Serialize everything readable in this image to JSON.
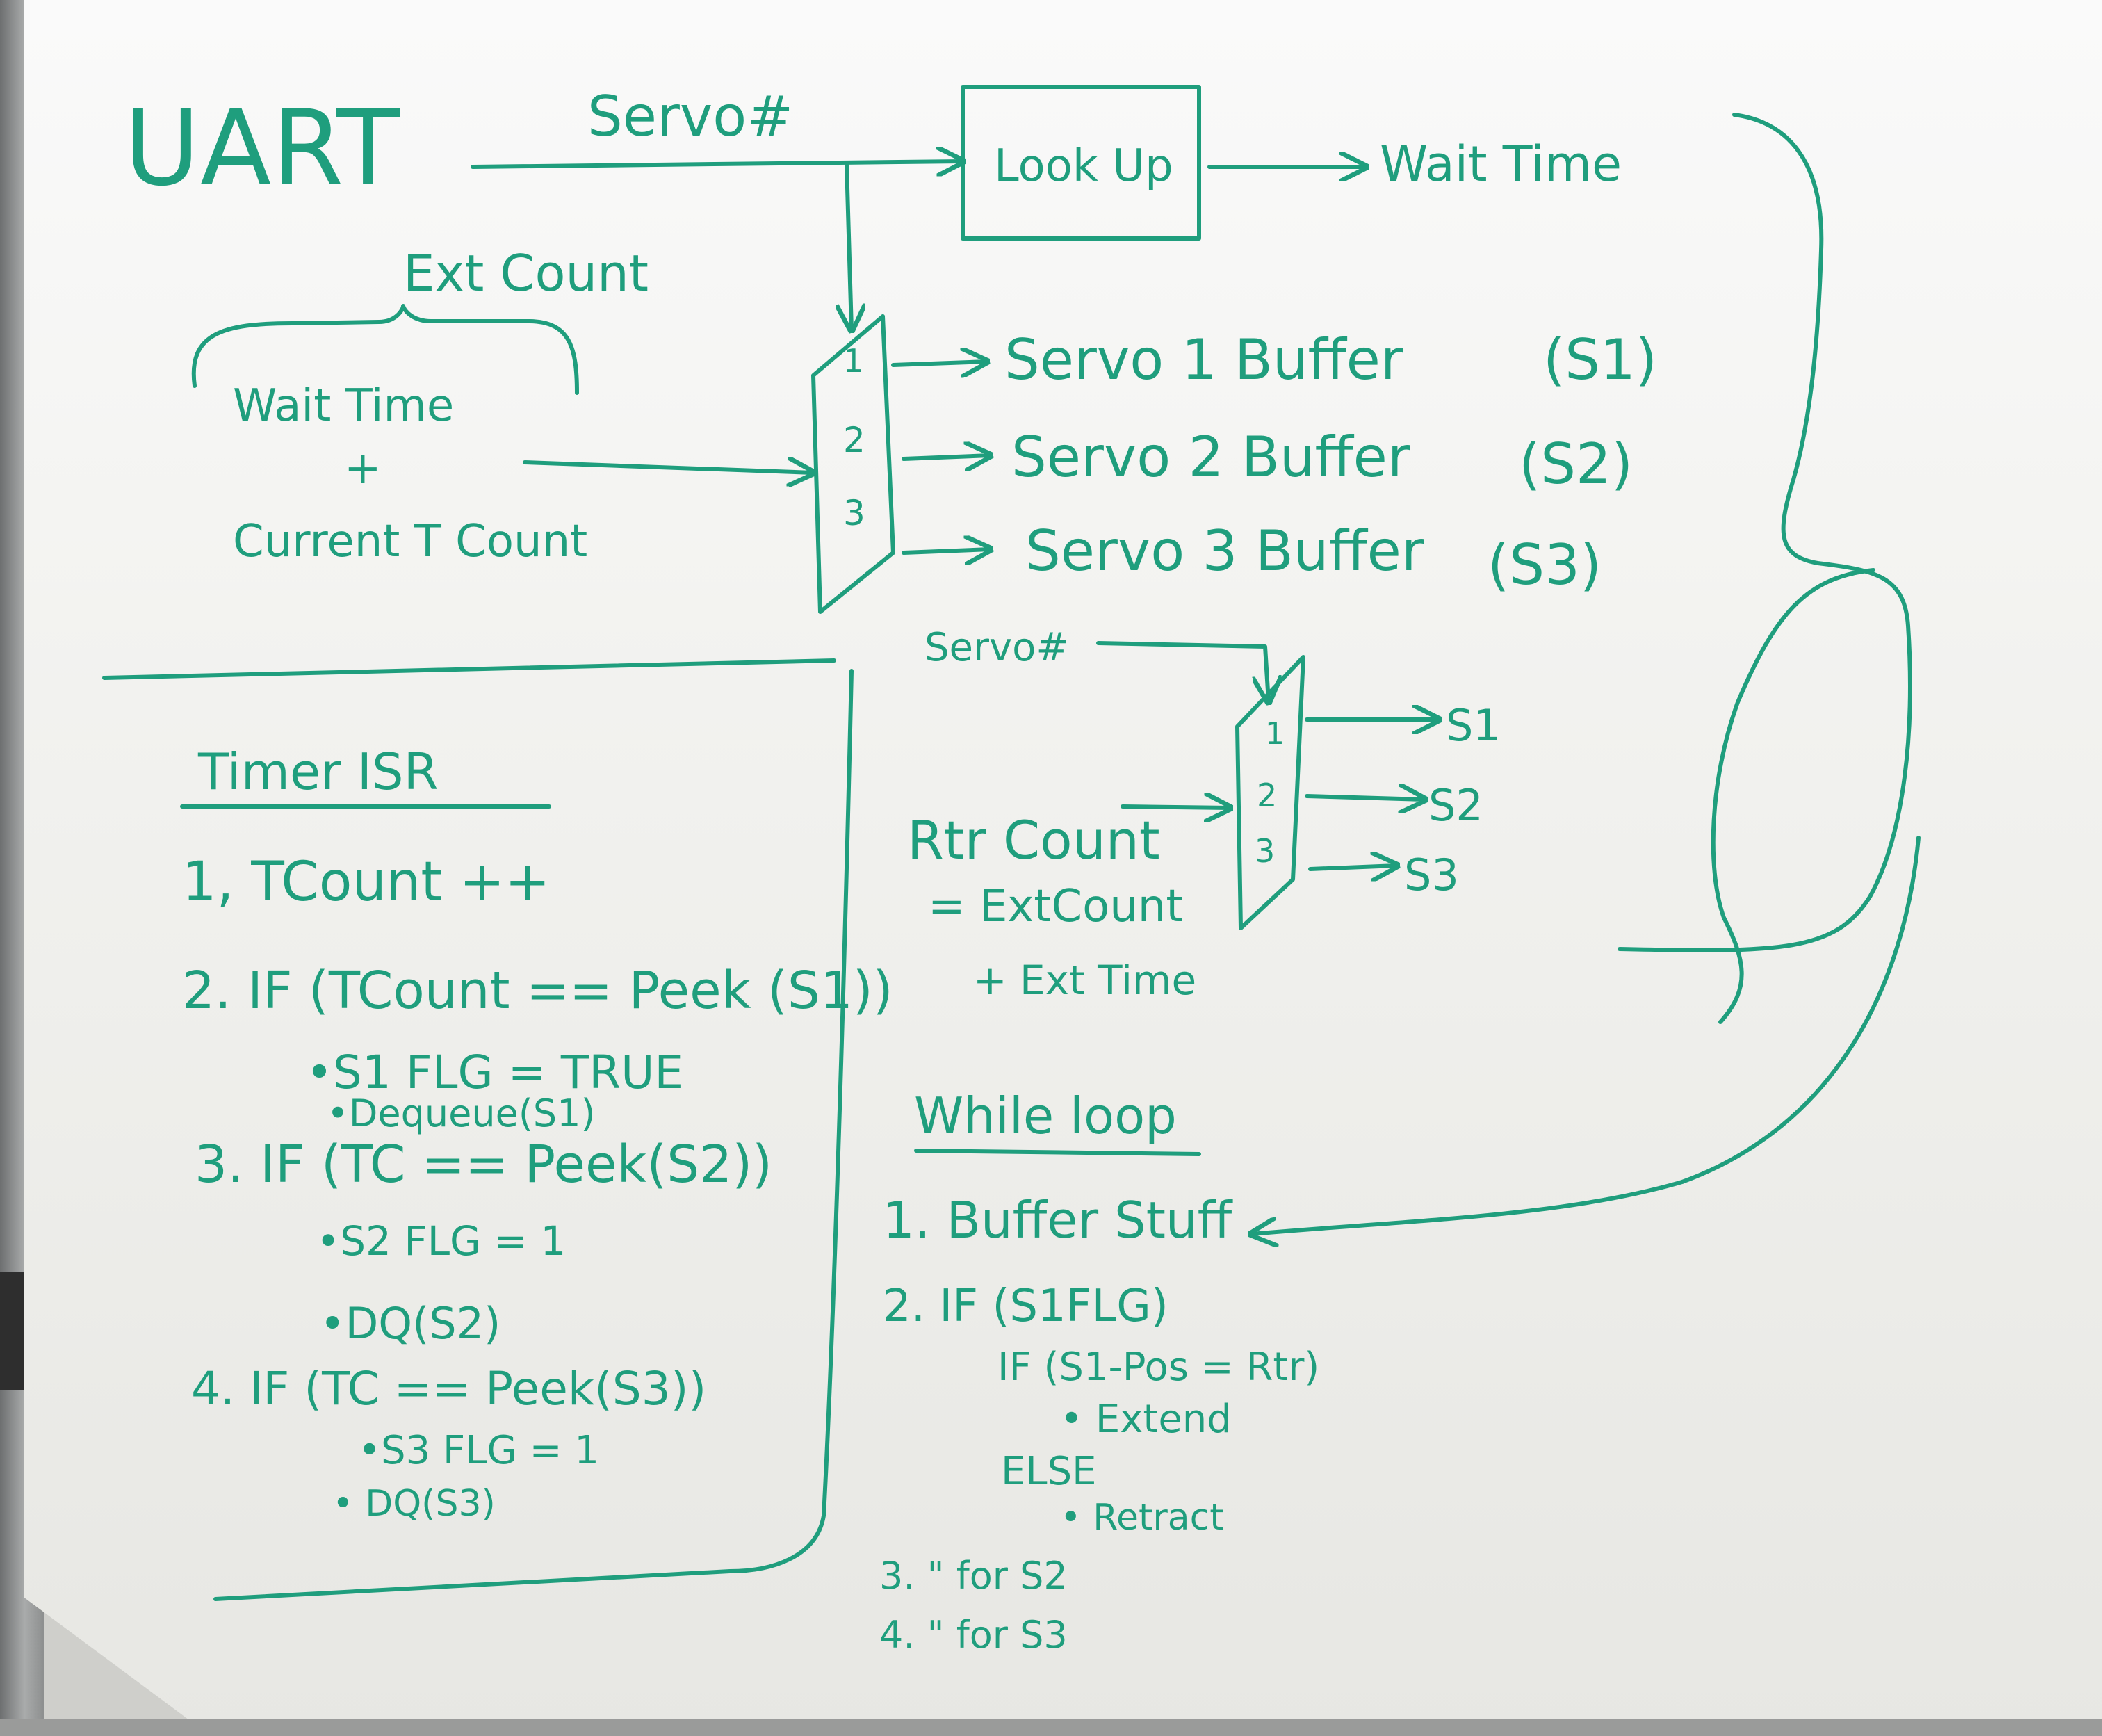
{
  "colors": {
    "marker": "#1f9e7d",
    "board": "#f4f4f2",
    "frame": "#8c8e8e"
  },
  "top": {
    "uart": "UART",
    "servo_num": "Servo#",
    "lookup": "Look Up",
    "wait_time": "Wait Time",
    "ext_count": "Ext Count",
    "wait_time_lbl": "Wait Time",
    "plus": "+",
    "current_tcount": "Current T Count",
    "mux_inputs": [
      "1",
      "2",
      "3"
    ],
    "buffers": [
      "Servo 1 Buffer",
      "Servo 2 Buffer",
      "Servo 3 Buffer"
    ],
    "buffer_tags": [
      "(S1)",
      "(S2)",
      "(S3)"
    ]
  },
  "mux2": {
    "servo_num": "Servo#",
    "inputs": [
      "1",
      "2",
      "3"
    ],
    "outputs": [
      "S1",
      "S2",
      "S3"
    ],
    "rtr_count": "Rtr Count",
    "eq_ext": "= ExtCount",
    "plus_ext": "+ Ext Time"
  },
  "timer_isr": {
    "title": "Timer ISR",
    "lines": [
      "1, TCount ++",
      "2. IF (TCount == Peek (S1))",
      "•S1 FLG = TRUE",
      "•Dequeue(S1)",
      "3. IF (TC == Peek(S2))",
      "•S2 FLG = 1",
      "•DQ(S2)",
      "4. IF (TC == Peek(S3))",
      "•S3 FLG = 1",
      "• DQ(S3)"
    ]
  },
  "while_loop": {
    "title": "While loop",
    "lines": [
      "1. Buffer Stuff",
      "2. IF (S1FLG)",
      "IF (S1-Pos = Rtr)",
      "• Extend",
      "ELSE",
      "• Retract",
      "3. \" for S2",
      "4. \" for S3"
    ]
  }
}
